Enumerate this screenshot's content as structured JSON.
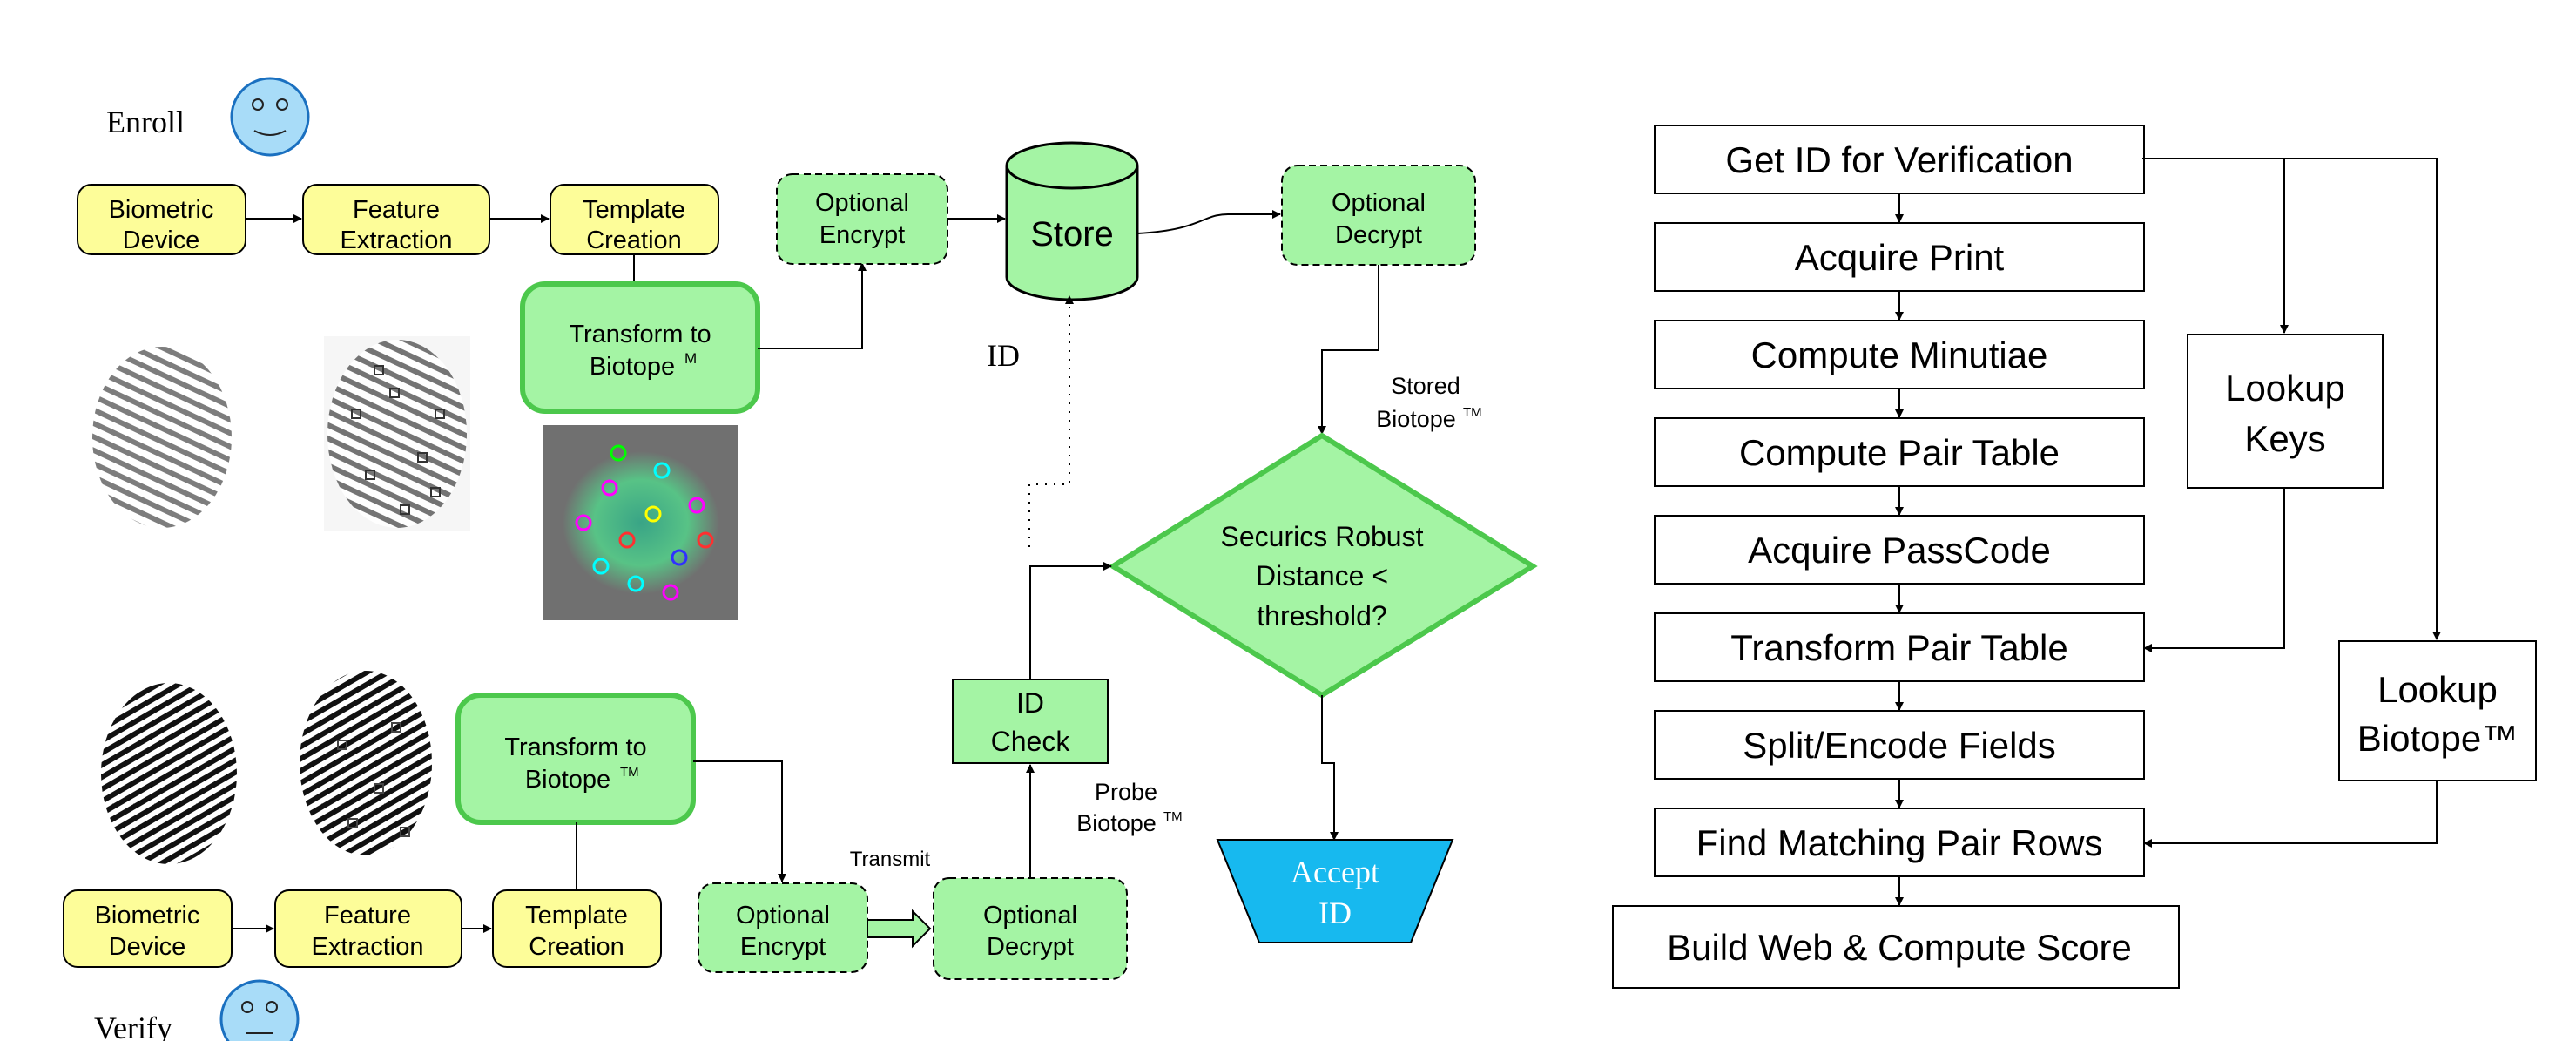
{
  "enroll": {
    "label": "Enroll",
    "biometric_device": [
      "Biometric",
      "Device"
    ],
    "feature_extraction": [
      "Feature",
      "Extraction"
    ],
    "template_creation": [
      "Template",
      "Creation"
    ],
    "optional_encrypt": [
      "Optional",
      "Encrypt"
    ],
    "transform": [
      "Transform to",
      "Biotope"
    ],
    "transform_sup": "M"
  },
  "store": {
    "label": "Store"
  },
  "optional_decrypt_top": [
    "Optional",
    "Decrypt"
  ],
  "id_label": "ID",
  "stored_biotope": [
    "Stored",
    "Biotope"
  ],
  "tm": "TM",
  "decision": [
    "Securics Robust",
    "Distance <",
    "threshold?"
  ],
  "accept": [
    "Accept",
    "ID"
  ],
  "id_check": [
    "ID",
    "Check"
  ],
  "probe_biotope": [
    "Probe",
    "Biotope"
  ],
  "transmit": "Transmit",
  "verify": {
    "label": "Verify",
    "biometric_device": [
      "Biometric",
      "Device"
    ],
    "feature_extraction": [
      "Feature",
      "Extraction"
    ],
    "template_creation": [
      "Template",
      "Creation"
    ],
    "optional_encrypt": [
      "Optional",
      "Encrypt"
    ],
    "optional_decrypt": [
      "Optional",
      "Decrypt"
    ],
    "transform": [
      "Transform to",
      "Biotope"
    ]
  },
  "flow": {
    "steps": [
      "Get ID for Verification",
      "Acquire Print",
      "Compute Minutiae",
      "Compute Pair Table",
      "Acquire PassCode",
      "Transform Pair Table",
      "Split/Encode Fields",
      "Find Matching Pair Rows",
      "Build Web & Compute Score"
    ],
    "lookup_keys": [
      "Lookup",
      "Keys"
    ],
    "lookup_biotope": [
      "Lookup",
      "Biotope™"
    ]
  },
  "colors": {
    "yellow": "#fdfd99",
    "green": "#a4f4a4",
    "green_border": "#4cc84c",
    "cyan": "#17b9ef",
    "face": "#a8dcf8"
  }
}
